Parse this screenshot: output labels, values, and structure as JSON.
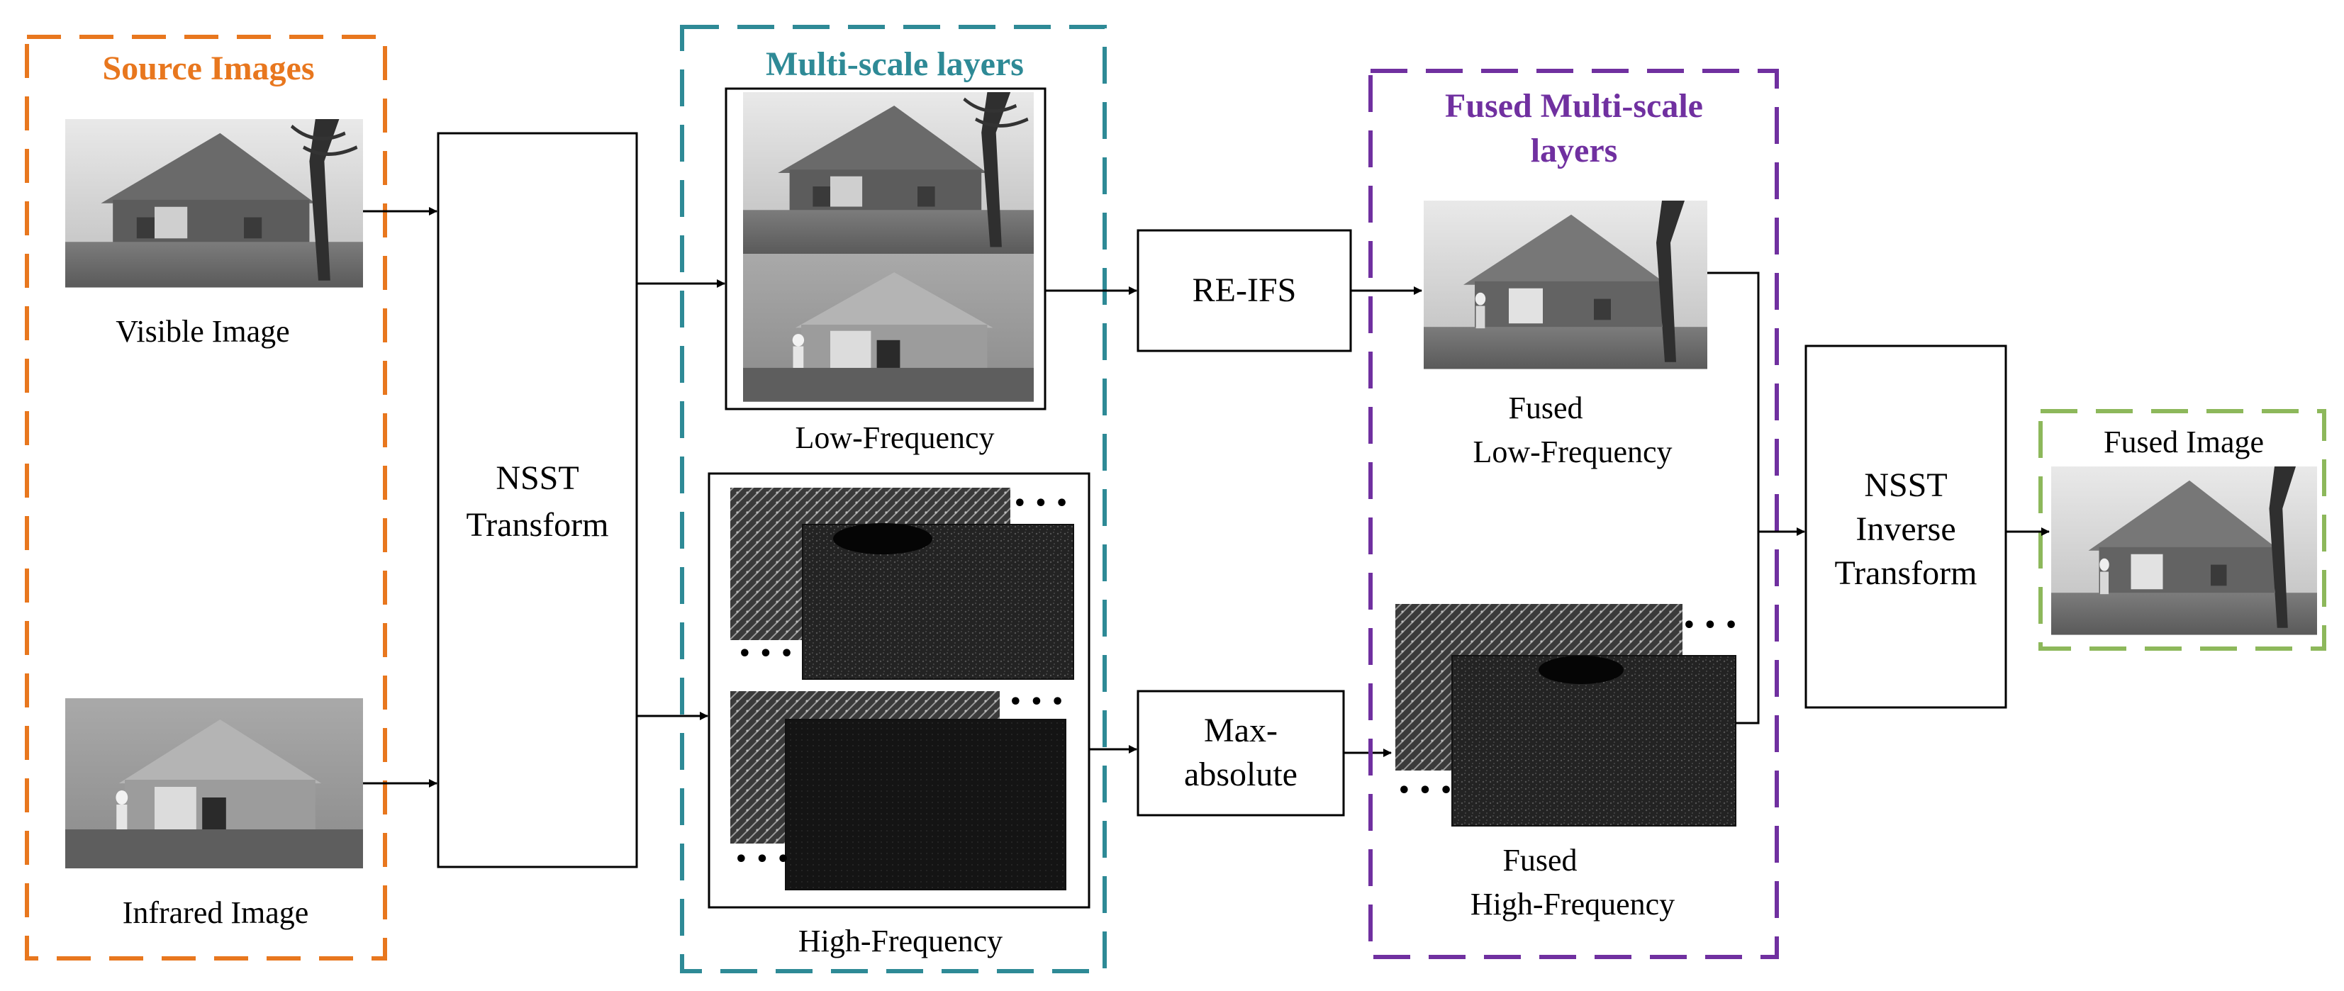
{
  "groups": {
    "source": {
      "title": "Source Images",
      "color": "#e8771e"
    },
    "multiscale": {
      "title": "Multi-scale layers",
      "color": "#2e8a96"
    },
    "fused_ms": {
      "title_line1": "Fused Multi-scale",
      "title_line2": "layers",
      "color": "#7030a0"
    },
    "fused_image": {
      "title": "Fused Image",
      "color": "#8db85b"
    }
  },
  "images": {
    "visible": "Visible Image",
    "infrared": "Infrared Image",
    "low_frequency": "Low-Frequency",
    "high_frequency": "High-Frequency",
    "fused_low_line1": "Fused",
    "fused_low_line2": "Low-Frequency",
    "fused_high_line1": "Fused",
    "fused_high_line2": "High-Frequency"
  },
  "blocks": {
    "nsst_line1": "NSST",
    "nsst_line2": "Transform",
    "reifs": "RE-IFS",
    "maxabs_line1": "Max-",
    "maxabs_line2": "absolute",
    "inverse_line1": "NSST",
    "inverse_line2": "Inverse",
    "inverse_line3": "Transform"
  },
  "ellipsis": "• • •"
}
